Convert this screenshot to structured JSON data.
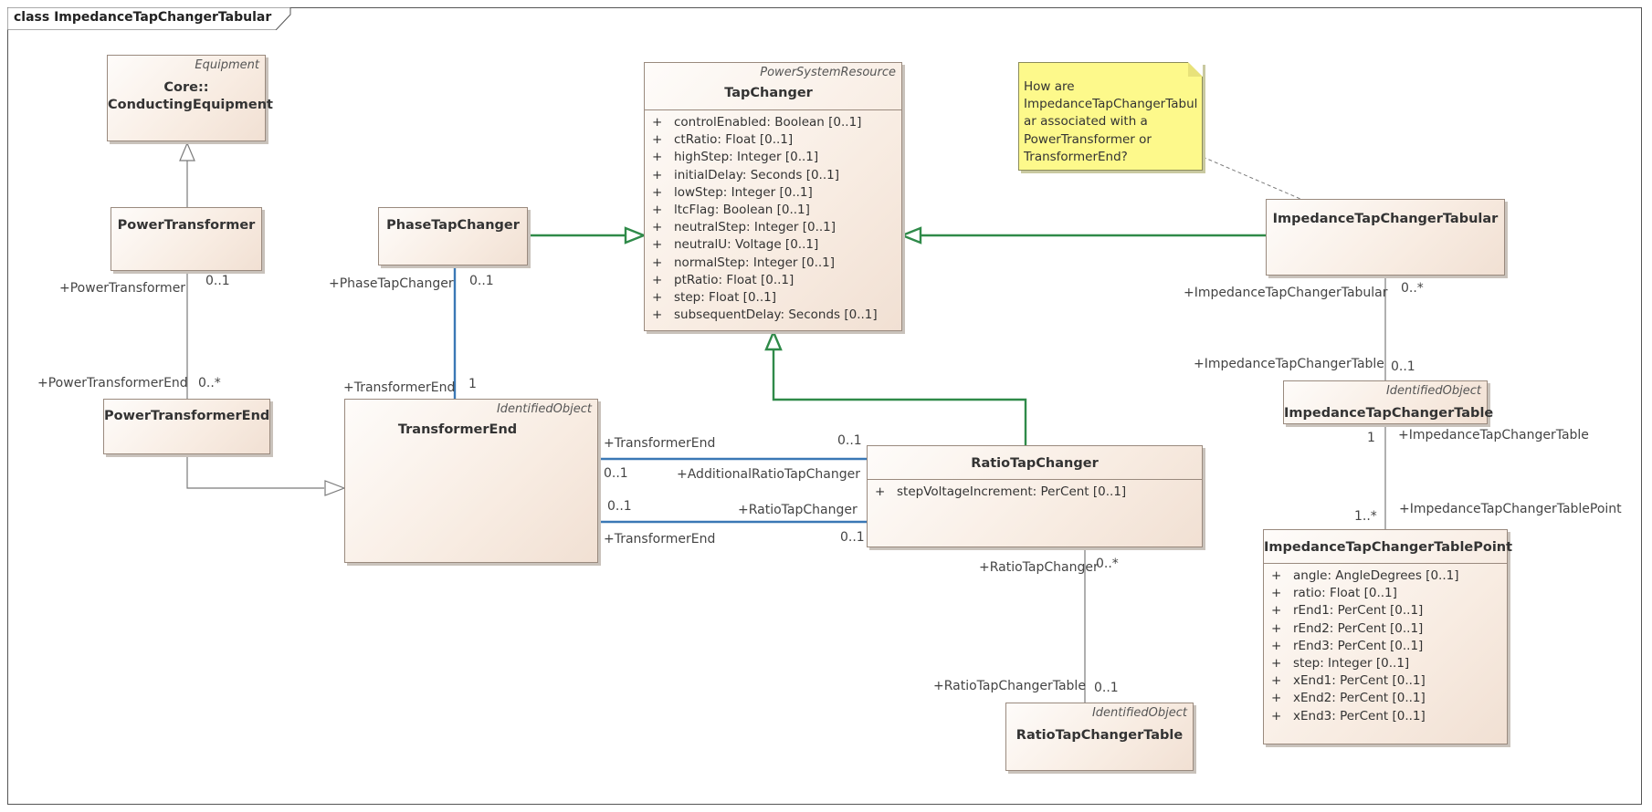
{
  "diagram": {
    "frame_title": "class ImpedanceTapChangerTabular",
    "classes": {
      "conducting_equipment": {
        "stereotype": "Equipment",
        "name_line1": "Core::",
        "name_line2": "ConductingEquipment"
      },
      "power_transformer": {
        "name": "PowerTransformer"
      },
      "power_transformer_end": {
        "name": "PowerTransformerEnd"
      },
      "phase_tap_changer": {
        "name": "PhaseTapChanger"
      },
      "transformer_end": {
        "stereotype": "IdentifiedObject",
        "name": "TransformerEnd"
      },
      "tap_changer": {
        "stereotype": "PowerSystemResource",
        "name": "TapChanger",
        "attributes": [
          "controlEnabled: Boolean [0..1]",
          "ctRatio: Float [0..1]",
          "highStep: Integer [0..1]",
          "initialDelay: Seconds [0..1]",
          "lowStep: Integer [0..1]",
          "ltcFlag: Boolean [0..1]",
          "neutralStep: Integer [0..1]",
          "neutralU: Voltage [0..1]",
          "normalStep: Integer [0..1]",
          "ptRatio: Float [0..1]",
          "step: Float [0..1]",
          "subsequentDelay: Seconds [0..1]"
        ]
      },
      "ratio_tap_changer": {
        "name": "RatioTapChanger",
        "attributes": [
          "stepVoltageIncrement: PerCent [0..1]"
        ]
      },
      "ratio_tap_changer_table": {
        "stereotype": "IdentifiedObject",
        "name": "RatioTapChangerTable"
      },
      "impedance_tap_changer_tabular": {
        "name": "ImpedanceTapChangerTabular"
      },
      "impedance_tap_changer_table": {
        "stereotype": "IdentifiedObject",
        "name": "ImpedanceTapChangerTable"
      },
      "impedance_tap_changer_table_point": {
        "name": "ImpedanceTapChangerTablePoint",
        "attributes": [
          "angle: AngleDegrees [0..1]",
          "ratio: Float [0..1]",
          "rEnd1: PerCent [0..1]",
          "rEnd2: PerCent [0..1]",
          "rEnd3: PerCent [0..1]",
          "step: Integer [0..1]",
          "xEnd1: PerCent [0..1]",
          "xEnd2: PerCent [0..1]",
          "xEnd3: PerCent [0..1]"
        ]
      }
    },
    "visibility_marker": "+",
    "note_text": "How are ImpedanceTapChangerTabul ar associated with a PowerTransformer or TransformerEnd?",
    "labels": {
      "pt_role": "+PowerTransformer",
      "pt_mult": "0..1",
      "pte_role": "+PowerTransformerEnd",
      "pte_mult": "0..*",
      "ptc_role": "+PhaseTapChanger",
      "ptc_mult": "0..1",
      "te_from_ptc_role": "+TransformerEnd",
      "te_from_ptc_mult": "1",
      "te_role_upper": "+TransformerEnd",
      "te_mult_upper_right": "0..1",
      "te_mult_upper_left": "0..1",
      "additional_rtc_role": "+AdditionalRatioTapChanger",
      "te_mult_lower_left": "0..1",
      "rtc_role": "+RatioTapChanger",
      "te_role_lower": "+TransformerEnd",
      "te_mult_lower_right": "0..1",
      "rtc_table_end_role": "+RatioTapChanger",
      "rtc_table_end_mult": "0..*",
      "rtc_table_role": "+RatioTapChangerTable",
      "rtc_table_mult": "0..1",
      "itct_role": "+ImpedanceTapChangerTabular",
      "itct_mult": "0..*",
      "itc_table_role_upper": "+ImpedanceTapChangerTable",
      "itc_table_mult_upper": "0..1",
      "itc_table_mult_lower": "1",
      "itc_table_role_lower": "+ImpedanceTapChangerTable",
      "itc_point_mult": "1..*",
      "itc_point_role": "+ImpedanceTapChangerTablePoint"
    }
  }
}
